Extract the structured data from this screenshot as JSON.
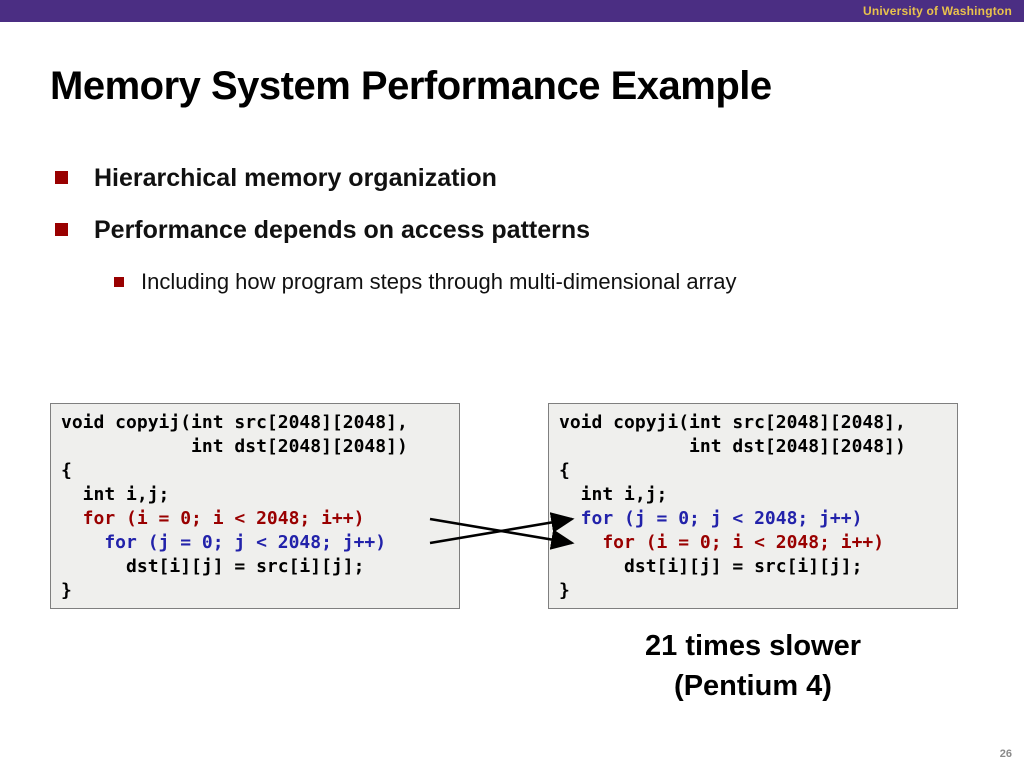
{
  "header": {
    "institution": "University of Washington",
    "bar_color": "#4b2e83",
    "text_color": "#e9c24c"
  },
  "title": "Memory System Performance Example",
  "bullets": [
    {
      "level": 1,
      "text": "Hierarchical memory organization"
    },
    {
      "level": 1,
      "text": "Performance depends on access patterns"
    },
    {
      "level": 2,
      "text": "Including how program steps through multi-dimensional array"
    }
  ],
  "code": {
    "colors": {
      "plain": "#000000",
      "loop_i": "#990000",
      "loop_j": "#2222aa",
      "box_bg": "#efefed",
      "box_border": "#7f7f7f"
    },
    "left": {
      "function": "copyij",
      "lines": [
        {
          "text": "void copyij(int src[2048][2048],",
          "tone": "plain"
        },
        {
          "text": "            int dst[2048][2048])",
          "tone": "plain"
        },
        {
          "text": "{",
          "tone": "plain"
        },
        {
          "text": "  int i,j;",
          "tone": "plain"
        },
        {
          "text": "  for (i = 0; i < 2048; i++)",
          "tone": "loop_i"
        },
        {
          "text": "    for (j = 0; j < 2048; j++)",
          "tone": "loop_j"
        },
        {
          "text": "      dst[i][j] = src[i][j];",
          "tone": "plain"
        },
        {
          "text": "}",
          "tone": "plain"
        }
      ]
    },
    "right": {
      "function": "copyji",
      "lines": [
        {
          "text": "void copyji(int src[2048][2048],",
          "tone": "plain"
        },
        {
          "text": "            int dst[2048][2048])",
          "tone": "plain"
        },
        {
          "text": "{",
          "tone": "plain"
        },
        {
          "text": "  int i,j;",
          "tone": "plain"
        },
        {
          "text": "  for (j = 0; j < 2048; j++)",
          "tone": "loop_j"
        },
        {
          "text": "    for (i = 0; i < 2048; i++)",
          "tone": "loop_i"
        },
        {
          "text": "      dst[i][j] = src[i][j];",
          "tone": "plain"
        },
        {
          "text": "}",
          "tone": "plain"
        }
      ]
    }
  },
  "annotation": {
    "line1": "21 times slower",
    "line2": "(Pentium 4)"
  },
  "page_number": "26"
}
